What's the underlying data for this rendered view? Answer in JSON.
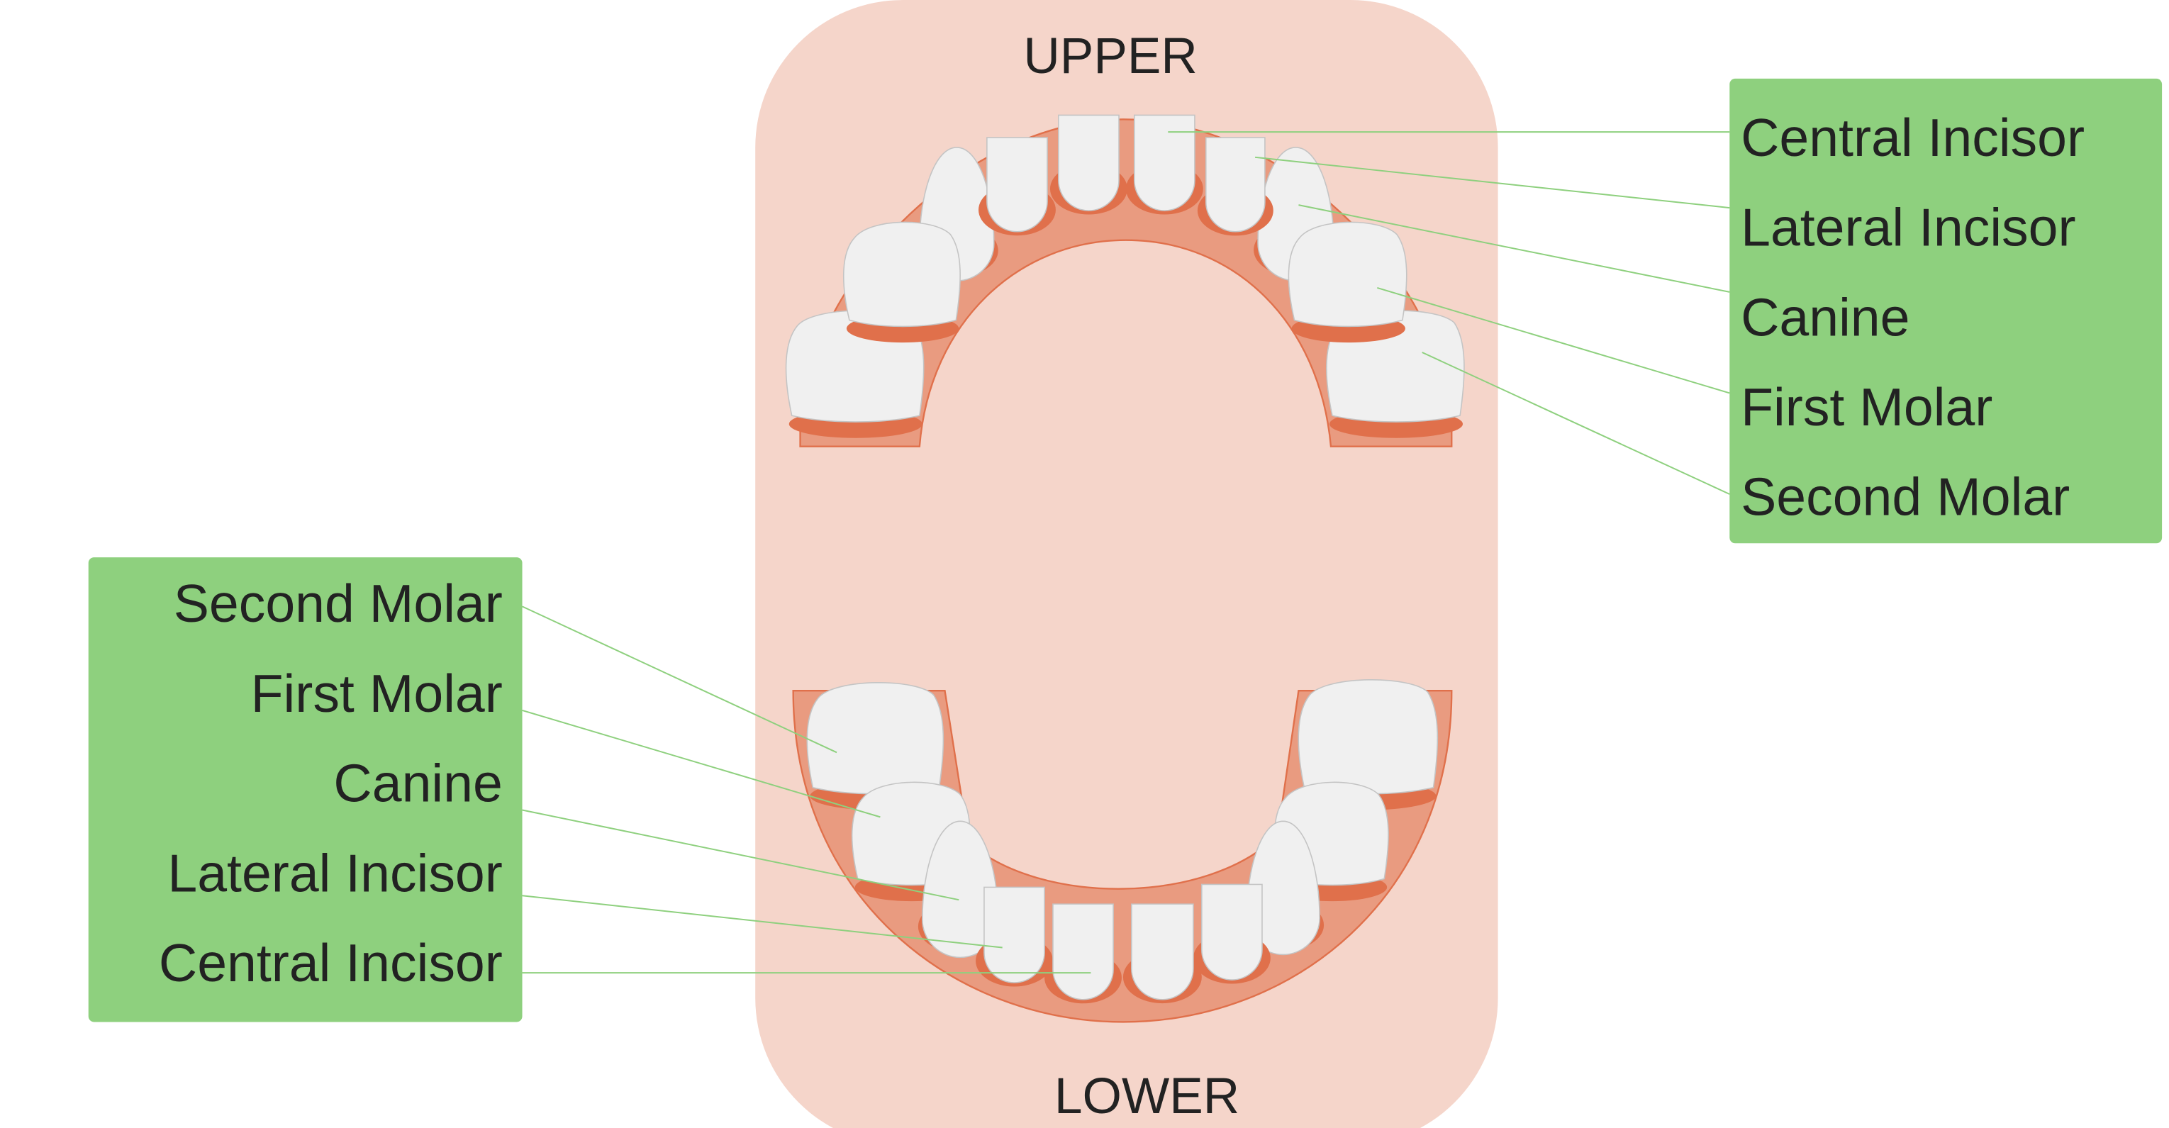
{
  "jaws": {
    "upper": "UPPER",
    "lower": "LOWER"
  },
  "upper_labels": [
    "Central Incisor",
    "Lateral Incisor",
    "Canine",
    "First Molar",
    "Second Molar"
  ],
  "lower_labels": [
    "Second Molar",
    "First Molar",
    "Canine",
    "Lateral Incisor",
    "Central Incisor"
  ],
  "colors": {
    "panel": "#f5d5ca",
    "gum": "#e99b80",
    "gum_dark": "#e0704b",
    "tooth": "#f0f0f0",
    "label_box": "#8ed07e",
    "leader": "#8ed07e"
  }
}
